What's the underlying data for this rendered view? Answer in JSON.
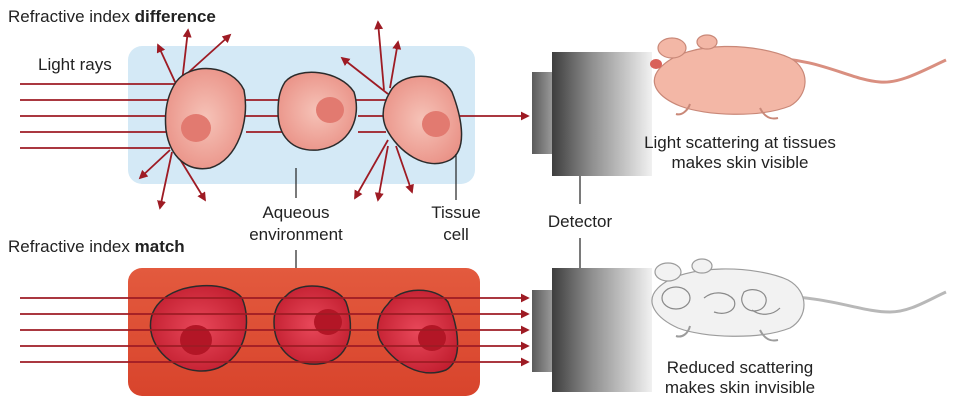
{
  "top_panel": {
    "title_prefix": "Refractive index ",
    "title_bold": "difference",
    "light_rays_label": "Light rays",
    "caption_line1": "Light scattering at tissues",
    "caption_line2": "makes skin visible"
  },
  "bottom_panel": {
    "title_prefix": "Refractive index ",
    "title_bold": "match",
    "caption_line1": "Reduced scattering",
    "caption_line2": "makes skin invisible"
  },
  "labels": {
    "aqueous_line1": "Aqueous",
    "aqueous_line2": "environment",
    "tissue_line1": "Tissue",
    "tissue_line2": "cell",
    "detector": "Detector"
  },
  "colors": {
    "ray": "#9e1b24",
    "top_background": "#d4e9f6",
    "bottom_background": "#e0462e",
    "cell_pink": "#f0a79c",
    "cell_red": "#cf2435",
    "mouse_skin": "#f3b7a6"
  }
}
